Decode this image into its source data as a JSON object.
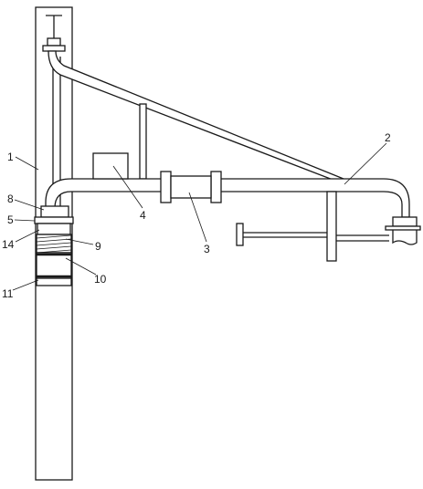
{
  "callouts": [
    {
      "id": "1",
      "text": "1"
    },
    {
      "id": "2",
      "text": "2"
    },
    {
      "id": "3",
      "text": "3"
    },
    {
      "id": "4",
      "text": "4"
    },
    {
      "id": "5",
      "text": "5"
    },
    {
      "id": "8",
      "text": "8"
    },
    {
      "id": "9",
      "text": "9"
    },
    {
      "id": "10",
      "text": "10"
    },
    {
      "id": "11",
      "text": "11"
    },
    {
      "id": "14",
      "text": "14"
    }
  ],
  "colors": {
    "stroke": "#1a1a1a",
    "background": "#ffffff"
  }
}
